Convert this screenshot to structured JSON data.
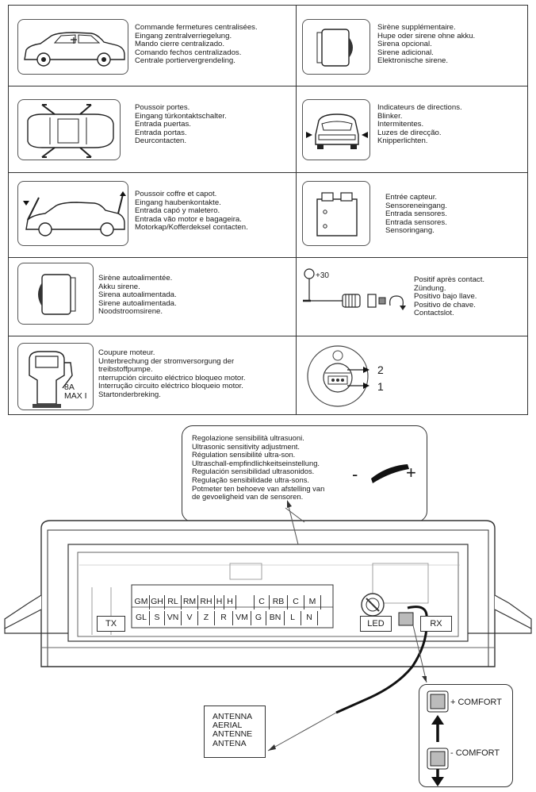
{
  "cells": {
    "central_locking": [
      "Commande fermetures centralisées.",
      "Eingang zentralverriegelung.",
      "Mando cierre centralizado.",
      "Comando fechos centralizados.",
      "Centrale portiervergrendeling."
    ],
    "extra_siren": [
      "Sirène supplémentaire.",
      "Hupe oder sirene ohne akku.",
      "Sirena opcional.",
      "Sirene adicional.",
      "Elektronische sirene."
    ],
    "door_switch": [
      "Poussoir portes.",
      "Eingang türkontaktschalter.",
      "Entrada puertas.",
      "Entrada portas.",
      "Deurcontacten."
    ],
    "indicators": [
      "Indicateurs de directions.",
      "Blinker.",
      "Intermitentes.",
      "Luzes de direcção.",
      "Knipperlichten."
    ],
    "bonnet_switch": [
      "Poussoir coffre et capot.",
      "Eingang haubenkontakte.",
      "Entrada capó y maletero.",
      "Entrada vão motor e bagageira.",
      "Motorkap/Kofferdeksel contacten."
    ],
    "sensor_input": [
      "Entrée capteur.",
      "Sensoreneingang.",
      "Entrada sensores.",
      "Entrada sensores.",
      "Sensoringang."
    ],
    "self_powered_siren": [
      "Sirène autoalimentée.",
      "Akku sirene.",
      "Sirena autoalimentada.",
      "Sirene autoalimentada.",
      "Noodstroomsirene."
    ],
    "ignition": [
      "Positif après contact.",
      "Zündung.",
      "Positivo bajo llave.",
      "Positivo de chave.",
      "Contactslot."
    ],
    "engine_cut": [
      "Coupure moteur.",
      "Unterbrechung der stromversorgung der",
      "treibstoffpumpe.",
      "nterrupción circuito eléctrico bloqueo motor.",
      "Interrução circuito eléctrico bloqueio motor.",
      "Startonderbreking."
    ]
  },
  "fuel_pump": {
    "rating_1": "8A",
    "rating_2": "MAX I"
  },
  "ignition_label": "+30",
  "remote": {
    "button_2": "2",
    "button_1": "1"
  },
  "callout": {
    "lines": [
      "Regolazione sensibilità ultrasuoni.",
      "Ultrasonic sensitivity adjustment.",
      "Régulation sensibilité ultra-son.",
      "Ultraschall-empfindlichkeitseinstellung.",
      "Regulación sensibilidad ultrasonidos.",
      "Regulação sensibilidade ultra-sons.",
      "Potmeter ten behoeve van afstelling van",
      "de gevoeligheid van de sensoren."
    ],
    "minus": "-",
    "plus": "+"
  },
  "connector": {
    "top_row": [
      "GM",
      "GH",
      "RL",
      "RM",
      "RH",
      "H",
      "H",
      "",
      "C",
      "RB",
      "C",
      "M"
    ],
    "bottom_row": [
      "GL",
      "S",
      "VN",
      "V",
      "Z",
      "R",
      "VM",
      "G",
      "BN",
      "L",
      "N"
    ]
  },
  "unit_labels": {
    "tx": "TX",
    "led": "LED",
    "rx": "RX"
  },
  "antenna": [
    "ANTENNA",
    "AERIAL",
    "ANTENNE",
    "ANTENA"
  ],
  "comfort": {
    "plus": "+ COMFORT",
    "minus": "- COMFORT"
  }
}
